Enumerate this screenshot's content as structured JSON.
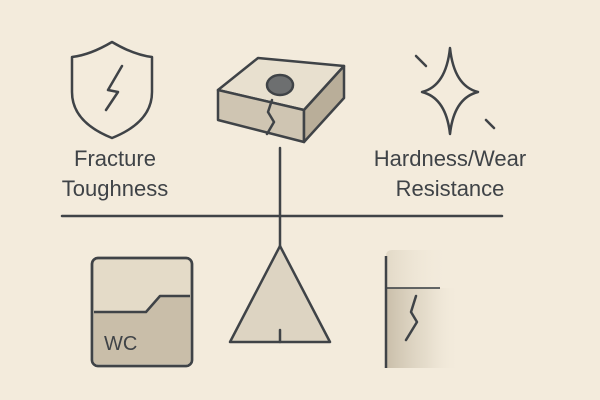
{
  "labels": {
    "left": [
      "Fracture",
      "Toughness"
    ],
    "right": [
      "Hardness/Wear",
      "Resistance"
    ],
    "tile": "WC"
  },
  "icons": {
    "top_left": "shield-crack-icon",
    "top_center": "cracked-insert-block-icon",
    "top_right": "sparkle-icon",
    "bottom_left": "wc-tile-icon",
    "bottom_center": "triangle-fulcrum-icon",
    "bottom_right": "cracked-block-face-icon"
  },
  "colors": {
    "background": "#f3ebdc",
    "stroke": "#3f4347",
    "fill_light": "#dcd3c1",
    "fill_mid": "#c9bea9",
    "fill_dark": "#b1a691"
  }
}
